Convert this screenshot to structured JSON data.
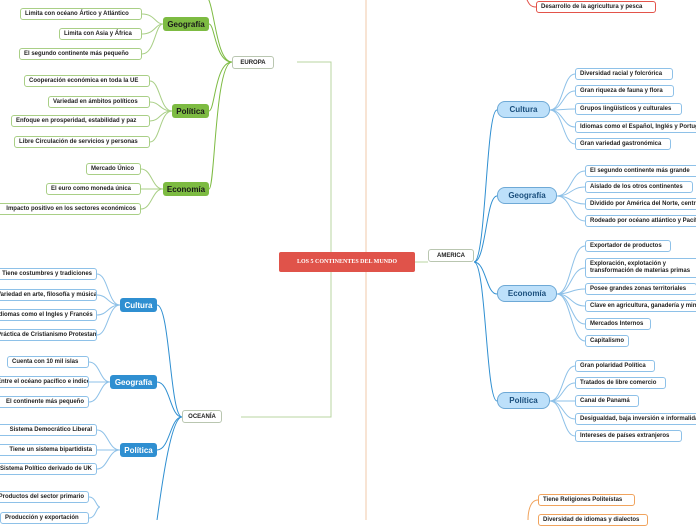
{
  "root": "LOS 5 CONTINENTES DEL MUNDO",
  "colors": {
    "root": "#e0534a",
    "green": "#7dbb42",
    "blue": "#2f8fd1",
    "light_blue": "#bde0fa",
    "orange": "#f0a35d"
  },
  "europa": {
    "label": "EUROPA",
    "geografia": {
      "label": "Geografía",
      "items": [
        "Limita con océano Ártico y Atlántico",
        "Limita con Asia y África",
        "El segundo continente más pequeño"
      ]
    },
    "politica": {
      "label": "Política",
      "items": [
        "Cooperación económica en toda la UE",
        "Variedad en ámbitos políticos",
        "Enfoque en prosperidad, estabilidad y paz",
        "Libre Circulación de servicios y personas"
      ]
    },
    "economia": {
      "label": "Economía",
      "items": [
        "Mercado Único",
        "El euro como moneda única",
        "Impacto positivo en los sectores económicos"
      ]
    }
  },
  "oceania": {
    "label": "OCEANÍA",
    "cultura": {
      "label": "Cultura",
      "items": [
        "Tiene costumbres y tradiciones",
        "Variedad en arte, filosofía y música",
        "Idiomas como el Ingles y Francés",
        "Práctica de Cristianismo Protestante"
      ]
    },
    "geografia": {
      "label": "Geografía",
      "items": [
        "Cuenta con 10 mil islas",
        "Entre el océano pacífico e indico",
        "El continente más pequeño"
      ]
    },
    "politica": {
      "label": "Política",
      "items": [
        "Sistema Democrático Liberal",
        "Tiene un sistema bipartidista",
        "Sistema Político derivado de UK"
      ]
    },
    "economia": {
      "items": [
        "Productos del sector primario",
        "Producción y exportación"
      ]
    }
  },
  "america": {
    "label": "AMERICA",
    "cultura": {
      "label": "Cultura",
      "items": [
        "Diversidad racial y folcrórica",
        "Gran riqueza de fauna y flora",
        "Grupos lingüísticos y culturales",
        "Idiomas como el Español, Inglés y Portugués",
        "Gran variedad gastronómica"
      ]
    },
    "geografia": {
      "label": "Geografía",
      "items": [
        "El segundo continente más grande",
        "Aislado de los otros continentes",
        "Dividido por América del Norte, central y sur",
        "Rodeado por océano atlántico y Pacífico"
      ]
    },
    "economia": {
      "label": "Economía",
      "items": [
        "Exportador de productos",
        "Exploración, explotación y transformación de materias primas",
        "Posee grandes zonas territoriales",
        "Clave en agricultura, ganadería y minería",
        "Mercados Internos",
        "Capitalismo"
      ]
    },
    "politica": {
      "label": "Política",
      "items": [
        "Gran polaridad Política",
        "Tratados de libre comercio",
        "Canal de Panamá",
        "Desigualdad, baja inversión e informalidad",
        "Intereses de países extranjeros"
      ]
    }
  },
  "top_right": {
    "items": [
      "Desarrollo de la agricultura y  pesca"
    ]
  },
  "bottom_right": {
    "items": [
      "Tiene Religiones Politeístas",
      "Diversidad de idiomas y dialectos"
    ]
  }
}
